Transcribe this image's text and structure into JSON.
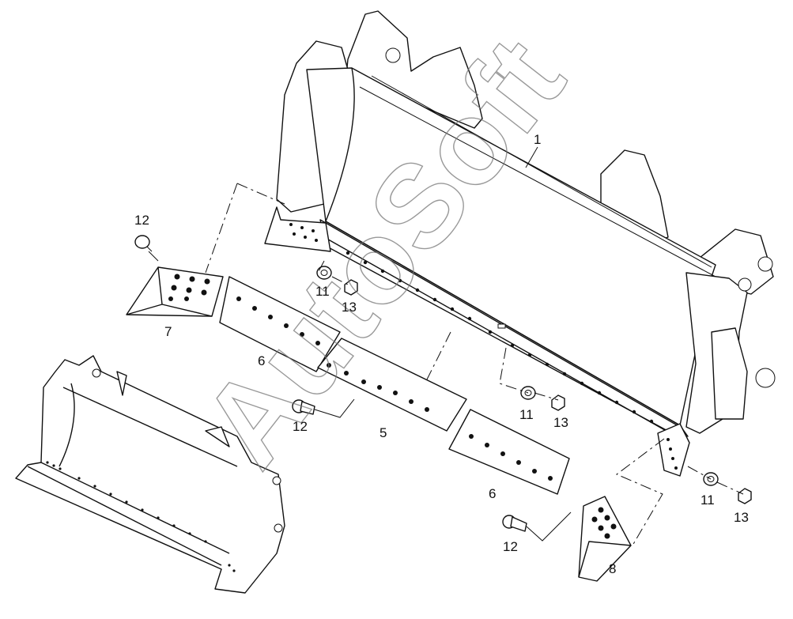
{
  "callouts": {
    "c1": "1",
    "c5": "5",
    "c6a": "6",
    "c6b": "6",
    "c7": "7",
    "c8": "8",
    "c11a": "11",
    "c11b": "11",
    "c11c": "11",
    "c12a": "12",
    "c12b": "12",
    "c12c": "12",
    "c13a": "13",
    "c13b": "13",
    "c13c": "13"
  },
  "watermark": "AutoSoft"
}
